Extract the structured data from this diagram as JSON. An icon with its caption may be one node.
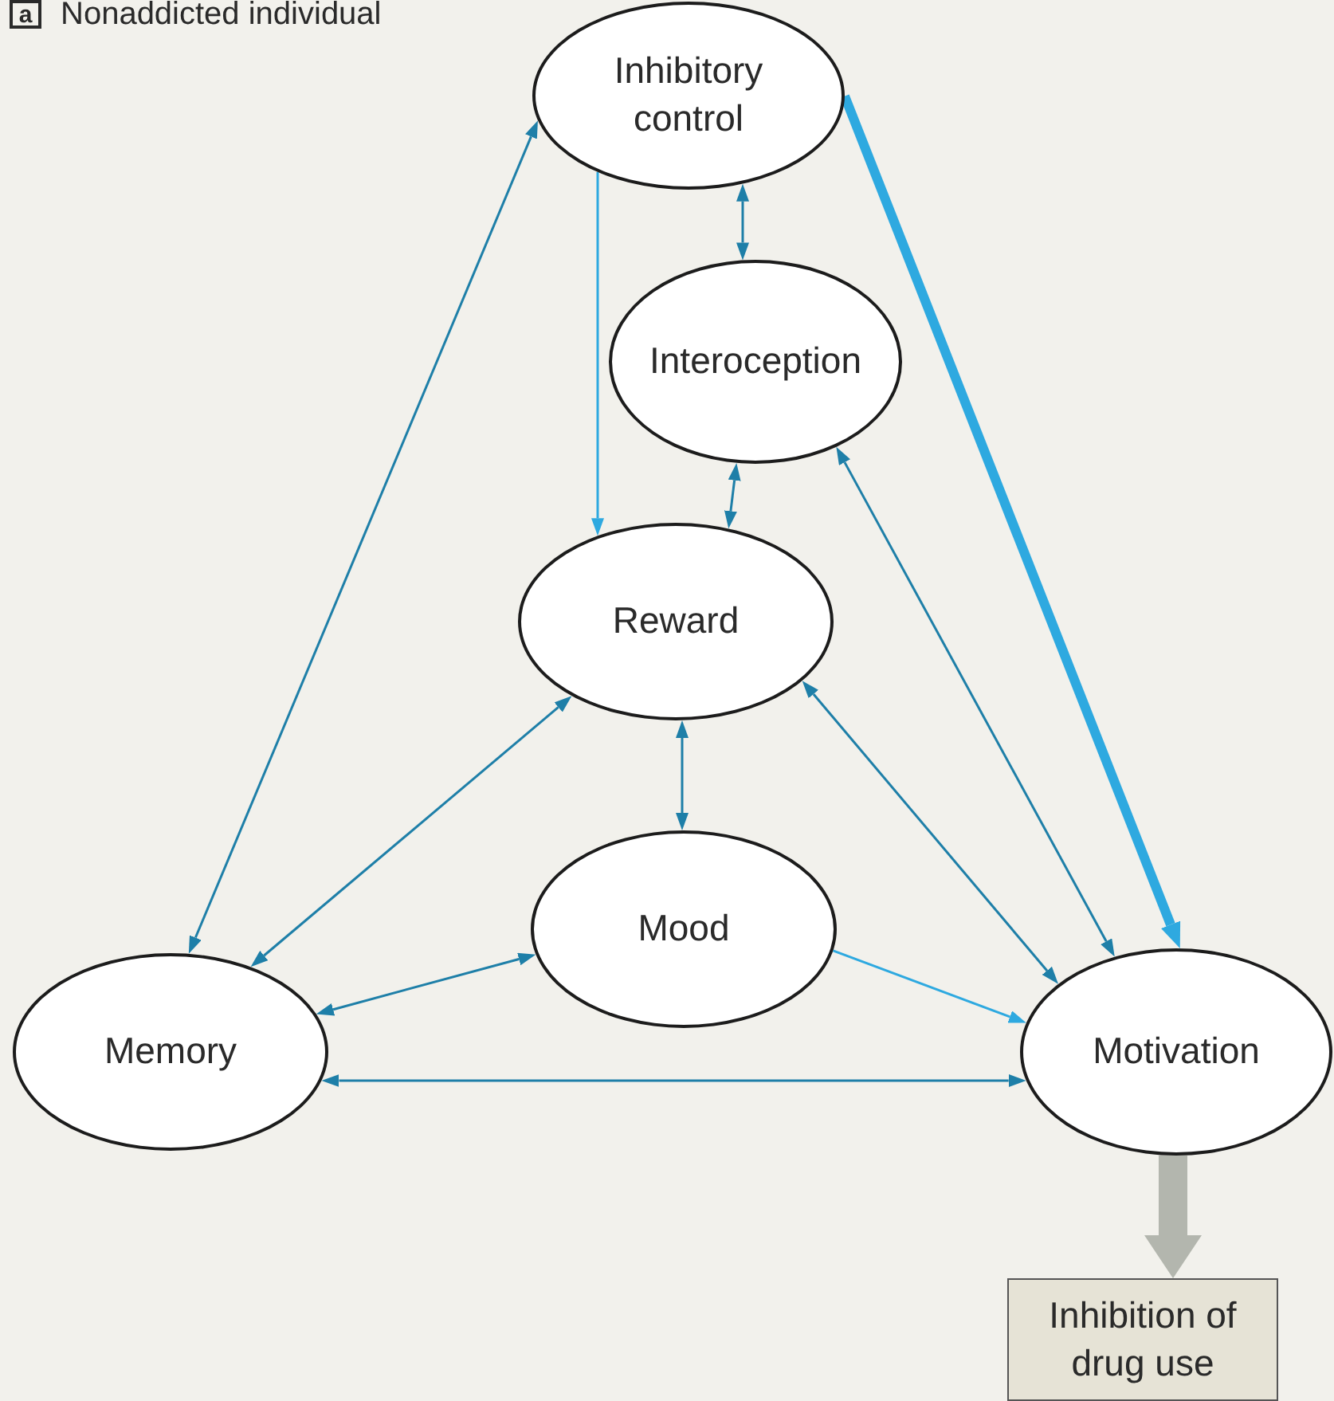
{
  "diagram": {
    "title": "Nonaddicted individual",
    "nodes": [
      {
        "text": [
          "Inhibitory control"
        ]
      },
      {
        "text": [
          "Interoception"
        ]
      },
      {
        "text": [
          "Reward"
        ]
      },
      {
        "text": [
          "Mood"
        ]
      },
      {
        "text": [
          "Memory"
        ]
      },
      {
        "text": [
          "Motivation"
        ]
      },
      {
        "text": [
          "Inhibition of drug use"
        ]
      }
    ],
    "edges": [
      {
        "from": 0,
        "to": 1,
        "arrow": "both"
      },
      {
        "from": 0,
        "to": 2,
        "arrow": "to",
        "color": "#2ea9e0"
      },
      {
        "from": 0,
        "to": 5,
        "arrow": "to",
        "style": "thick",
        "color": "#2ea9e0"
      },
      {
        "from": 4,
        "to": 0,
        "arrow": "both"
      },
      {
        "from": 1,
        "to": 2,
        "arrow": "both"
      },
      {
        "from": 1,
        "to": 5,
        "arrow": "both"
      },
      {
        "from": 2,
        "to": 4,
        "arrow": "both"
      },
      {
        "from": 2,
        "to": 3,
        "arrow": "both"
      },
      {
        "from": 2,
        "to": 5,
        "arrow": "both"
      },
      {
        "from": 3,
        "to": 4,
        "arrow": "both"
      },
      {
        "from": 3,
        "to": 5,
        "arrow": "to",
        "color": "#2ea9e0"
      },
      {
        "from": 4,
        "to": 5,
        "arrow": "both"
      },
      {
        "from": 5,
        "to": 6,
        "arrow": "to",
        "style": "thick",
        "color": "#b3b6ae"
      }
    ],
    "labels": [
      "a"
    ]
  }
}
